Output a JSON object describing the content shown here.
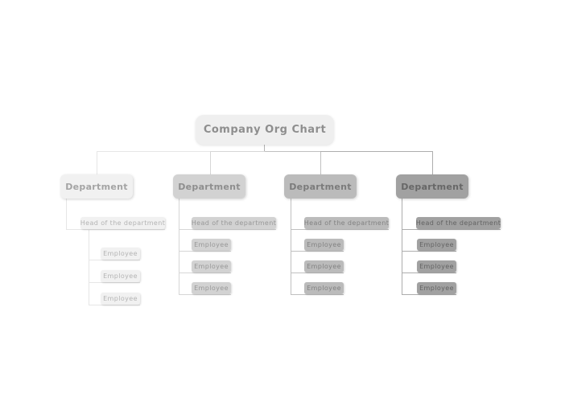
{
  "canvas": {
    "background": "#ffffff"
  },
  "root": {
    "label": "Company Org Chart",
    "fill": "#efefef",
    "text_color": "#8e8e8e",
    "stub_line_color": "#b3b3b3"
  },
  "columns": [
    {
      "department": "Department",
      "head": "Head of the department",
      "employees": [
        "Employee",
        "Employee",
        "Employee"
      ],
      "fill": "#f1f1f1",
      "dept_text": "#a4a4a4",
      "small_text": "#b4b4b4",
      "line": "#e6e6e6"
    },
    {
      "department": "Department",
      "head": "Head of the department",
      "employees": [
        "Employee",
        "Employee",
        "Employee"
      ],
      "fill": "#d2d2d2",
      "dept_text": "#8e8e8e",
      "small_text": "#989898",
      "line": "#d6d6d6"
    },
    {
      "department": "Department",
      "head": "Head of the department",
      "employees": [
        "Employee",
        "Employee",
        "Employee"
      ],
      "fill": "#bbbbbb",
      "dept_text": "#7b7b7b",
      "small_text": "#828282",
      "line": "#c0c0c0"
    },
    {
      "department": "Department",
      "head": "Head of the department",
      "employees": [
        "Employee",
        "Employee",
        "Employee"
      ],
      "fill": "#a1a1a1",
      "dept_text": "#676767",
      "small_text": "#636363",
      "line": "#adadad"
    }
  ]
}
